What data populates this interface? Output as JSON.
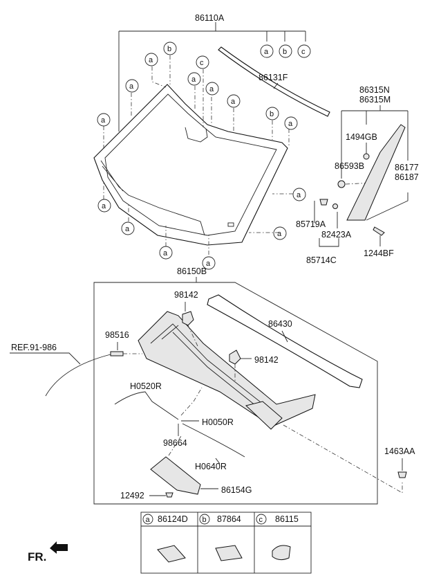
{
  "windshield": {
    "assembly": "86110A",
    "moulding": "86131F",
    "pillar_trim_n": "86315N",
    "pillar_trim_m": "86315M",
    "clip_1494": "1494GB",
    "nut_86593": "86593B",
    "trim_86177": "86177",
    "trim_86187": "86187",
    "fastener_85719": "85719A",
    "fastener_82423": "82423A",
    "fastener_85714": "85714C",
    "bolt_1244": "1244BF",
    "callout_a": "a",
    "callout_b": "b",
    "callout_c": "c"
  },
  "cowl": {
    "assembly": "86150B",
    "nozzle_upper": "98142",
    "nozzle_lower": "98142",
    "weatherstrip": "86430",
    "connector": "98516",
    "reference": "REF.91-986",
    "hose_h0520": "H0520R",
    "hose_h0050": "H0050R",
    "joint": "98664",
    "hose_h0640": "H0640R",
    "cover": "86154G",
    "screw": "12492",
    "clip_1463": "1463AA"
  },
  "legend": {
    "a_letter": "a",
    "a_part": "86124D",
    "b_letter": "b",
    "b_part": "87864",
    "c_letter": "c",
    "c_part": "86115"
  },
  "direction": "FR."
}
